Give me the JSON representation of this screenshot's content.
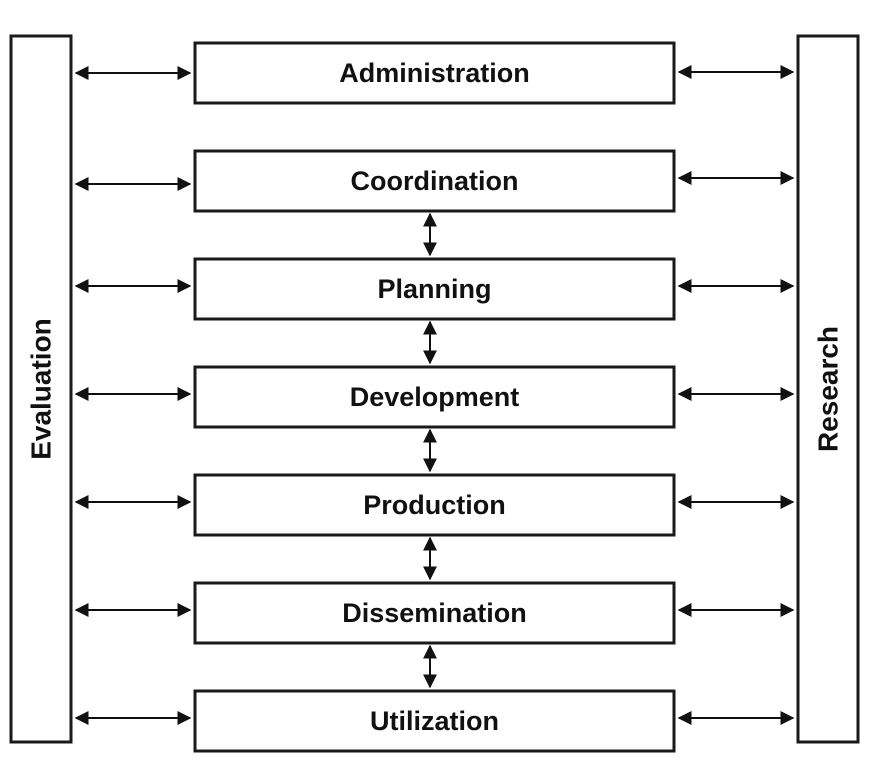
{
  "diagram": {
    "side_left": {
      "label": "Evaluation"
    },
    "side_right": {
      "label": "Research"
    },
    "stages": [
      {
        "label": "Administration"
      },
      {
        "label": "Coordination"
      },
      {
        "label": "Planning"
      },
      {
        "label": "Development"
      },
      {
        "label": "Production"
      },
      {
        "label": "Dissemination"
      },
      {
        "label": "Utilization"
      }
    ],
    "colors": {
      "stroke": "#1a1a1a",
      "text": "#111111",
      "background": "#ffffff"
    }
  }
}
